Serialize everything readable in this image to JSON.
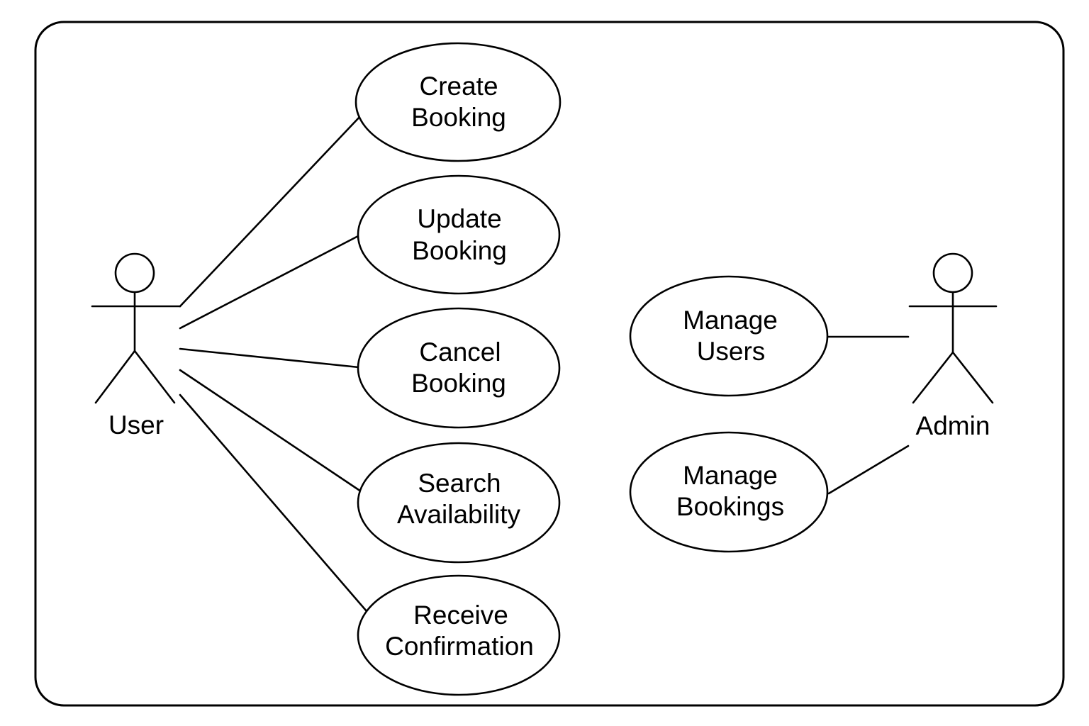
{
  "actors": {
    "user": {
      "label": "User"
    },
    "admin": {
      "label": "Admin"
    }
  },
  "use_cases": {
    "create_booking": {
      "line1": "Create",
      "line2": "Booking"
    },
    "update_booking": {
      "line1": "Update",
      "line2": "Booking"
    },
    "cancel_booking": {
      "line1": "Cancel",
      "line2": "Booking"
    },
    "search_availability": {
      "line1": "Search",
      "line2": "Availability"
    },
    "receive_confirmation": {
      "line1": "Receive",
      "line2": "Confirmation"
    },
    "manage_users": {
      "line1": "Manage",
      "line2": "Users"
    },
    "manage_bookings": {
      "line1": "Manage",
      "line2": "Bookings"
    }
  },
  "associations": [
    {
      "actor": "User",
      "use_case": "Create Booking"
    },
    {
      "actor": "User",
      "use_case": "Update Booking"
    },
    {
      "actor": "User",
      "use_case": "Cancel Booking"
    },
    {
      "actor": "User",
      "use_case": "Search Availability"
    },
    {
      "actor": "User",
      "use_case": "Receive Confirmation"
    },
    {
      "actor": "Admin",
      "use_case": "Manage Users"
    },
    {
      "actor": "Admin",
      "use_case": "Manage Bookings"
    }
  ]
}
